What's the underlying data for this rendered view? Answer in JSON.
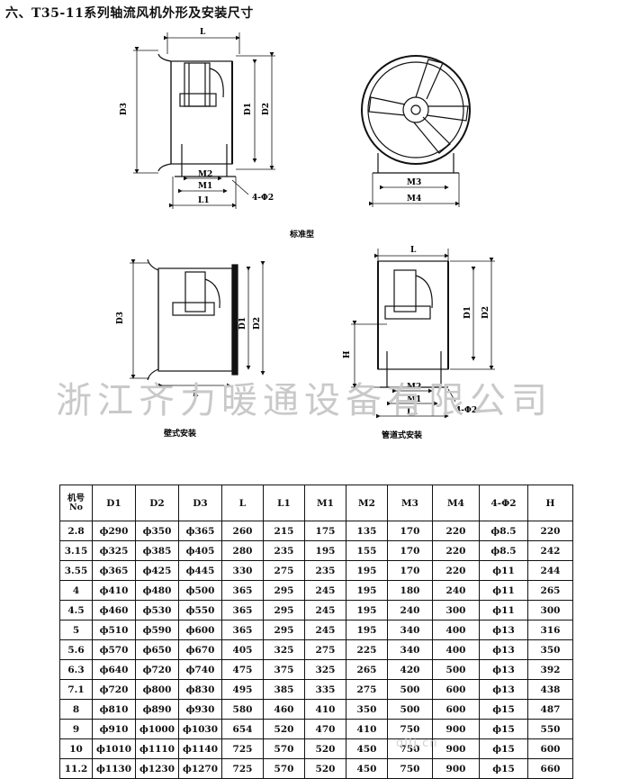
{
  "title": "六、T35-11系列轴流风机外形及安装尺寸",
  "captions": {
    "standard": "标准型",
    "wall": "壁式安装",
    "duct": "管道式安装"
  },
  "dimension_labels": {
    "L": "L",
    "L1": "L1",
    "M1": "M1",
    "M2": "M2",
    "M3": "M3",
    "M4": "M4",
    "D1": "D1",
    "D2": "D2",
    "D3": "D3",
    "H": "H",
    "holes": "4-Φ2"
  },
  "watermark": "浙江齐力暖通设备有限公司",
  "footer_watermark": "qlfj.cn",
  "table": {
    "headers": [
      "机号\nNo",
      "D1",
      "D2",
      "D3",
      "L",
      "L1",
      "M1",
      "M2",
      "M3",
      "M4",
      "4-Φ2",
      "H"
    ],
    "rows": [
      [
        "2.8",
        "ϕ290",
        "ϕ350",
        "ϕ365",
        "260",
        "215",
        "175",
        "135",
        "170",
        "220",
        "ϕ8.5",
        "220"
      ],
      [
        "3.15",
        "ϕ325",
        "ϕ385",
        "ϕ405",
        "280",
        "235",
        "195",
        "155",
        "170",
        "220",
        "ϕ8.5",
        "242"
      ],
      [
        "3.55",
        "ϕ365",
        "ϕ425",
        "ϕ445",
        "330",
        "275",
        "235",
        "195",
        "170",
        "220",
        "ϕ11",
        "244"
      ],
      [
        "4",
        "ϕ410",
        "ϕ480",
        "ϕ500",
        "365",
        "295",
        "245",
        "195",
        "180",
        "240",
        "ϕ11",
        "265"
      ],
      [
        "4.5",
        "ϕ460",
        "ϕ530",
        "ϕ550",
        "365",
        "295",
        "245",
        "195",
        "240",
        "300",
        "ϕ11",
        "300"
      ],
      [
        "5",
        "ϕ510",
        "ϕ590",
        "ϕ600",
        "365",
        "295",
        "245",
        "195",
        "340",
        "400",
        "ϕ13",
        "316"
      ],
      [
        "5.6",
        "ϕ570",
        "ϕ650",
        "ϕ670",
        "405",
        "325",
        "275",
        "225",
        "340",
        "400",
        "ϕ13",
        "350"
      ],
      [
        "6.3",
        "ϕ640",
        "ϕ720",
        "ϕ740",
        "475",
        "375",
        "325",
        "265",
        "420",
        "500",
        "ϕ13",
        "392"
      ],
      [
        "7.1",
        "ϕ720",
        "ϕ800",
        "ϕ830",
        "495",
        "385",
        "335",
        "275",
        "500",
        "600",
        "ϕ13",
        "438"
      ],
      [
        "8",
        "ϕ810",
        "ϕ890",
        "ϕ930",
        "580",
        "460",
        "410",
        "350",
        "500",
        "600",
        "ϕ15",
        "487"
      ],
      [
        "9",
        "ϕ910",
        "ϕ1000",
        "ϕ1030",
        "654",
        "520",
        "470",
        "410",
        "750",
        "900",
        "ϕ15",
        "550"
      ],
      [
        "10",
        "ϕ1010",
        "ϕ1110",
        "ϕ1140",
        "725",
        "570",
        "520",
        "450",
        "750",
        "900",
        "ϕ15",
        "600"
      ],
      [
        "11.2",
        "ϕ1130",
        "ϕ1230",
        "ϕ1270",
        "725",
        "570",
        "520",
        "450",
        "750",
        "900",
        "ϕ15",
        "660"
      ]
    ]
  }
}
